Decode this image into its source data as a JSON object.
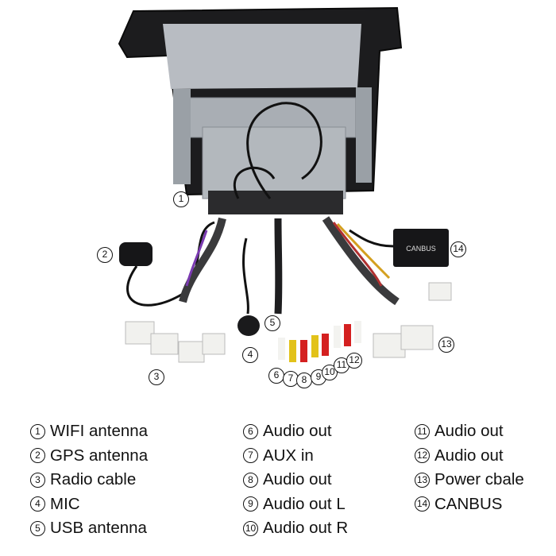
{
  "callouts": {
    "c1": "1",
    "c2": "2",
    "c3": "3",
    "c4": "4",
    "c5": "5",
    "c6": "6",
    "c7": "7",
    "c8": "8",
    "c9": "9",
    "c10": "10",
    "c11": "11",
    "c12": "12",
    "c13": "13",
    "c14": "14"
  },
  "canbus_box_text": "CANBUS",
  "legend": {
    "col1": [
      {
        "num": "1",
        "label": "WIFI antenna"
      },
      {
        "num": "2",
        "label": "GPS antenna"
      },
      {
        "num": "3",
        "label": "Radio cable"
      },
      {
        "num": "4",
        "label": "MIC"
      },
      {
        "num": "5",
        "label": "USB antenna"
      }
    ],
    "col2": [
      {
        "num": "6",
        "label": "Audio out"
      },
      {
        "num": "7",
        "label": "AUX in"
      },
      {
        "num": "8",
        "label": "Audio out"
      },
      {
        "num": "9",
        "label": "Audio out L"
      },
      {
        "num": "10",
        "label": "Audio out R"
      }
    ],
    "col3": [
      {
        "num": "11",
        "label": "Audio out"
      },
      {
        "num": "12",
        "label": "Audio out"
      },
      {
        "num": "13",
        "label": "Power cbale"
      },
      {
        "num": "14",
        "label": "CANBUS"
      }
    ]
  }
}
